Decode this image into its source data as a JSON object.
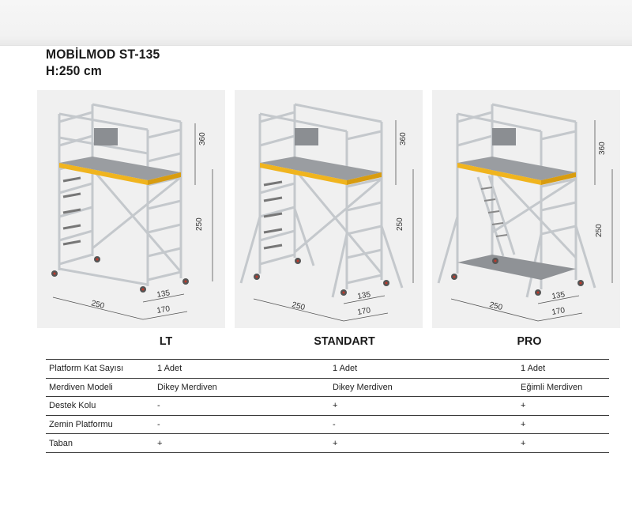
{
  "title": {
    "line1": "MOBİLMOD ST-135",
    "line2": "H:250 cm"
  },
  "dimensions": {
    "total_height": "360",
    "platform_height": "250",
    "length": "250",
    "width": "170",
    "inner_width": "135"
  },
  "colors": {
    "platform_accent": "#f0b41e",
    "frame": "#c9cccf",
    "panel_bg": "#f0f0f0"
  },
  "models": [
    {
      "label": "LT"
    },
    {
      "label": "STANDART"
    },
    {
      "label": "PRO"
    }
  ],
  "table": {
    "rows": [
      {
        "feature": "Platform Kat Sayısı",
        "values": [
          "1 Adet",
          "1 Adet",
          "1 Adet"
        ]
      },
      {
        "feature": "Merdiven Modeli",
        "values": [
          "Dikey Merdiven",
          "Dikey Merdiven",
          "Eğimli Merdiven"
        ]
      },
      {
        "feature": "Destek Kolu",
        "values": [
          "-",
          "+",
          "+"
        ]
      },
      {
        "feature": "Zemin Platformu",
        "values": [
          "-",
          "-",
          "+"
        ]
      },
      {
        "feature": "Taban",
        "values": [
          "+",
          "+",
          "+"
        ]
      }
    ]
  }
}
